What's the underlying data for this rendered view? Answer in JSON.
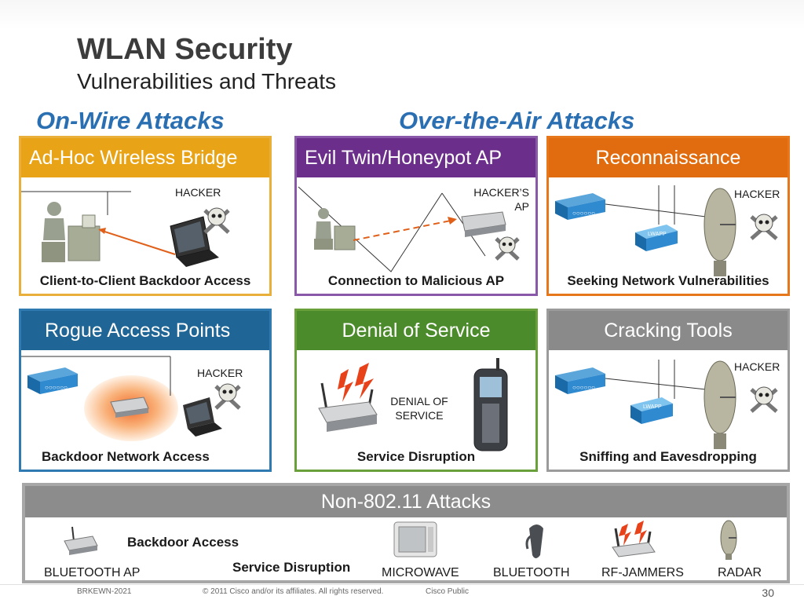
{
  "header": {
    "title": "WLAN Security",
    "subtitle": "Vulnerabilities and Threats"
  },
  "sections": {
    "on_wire": "On-Wire Attacks",
    "over_air": "Over-the-Air Attacks"
  },
  "panels": {
    "adhoc": {
      "title": "Ad-Hoc Wireless Bridge",
      "label": "HACKER",
      "caption": "Client-to-Client Backdoor Access"
    },
    "eviltwin": {
      "title": "Evil Twin/Honeypot AP",
      "label_line1": "HACKER’S",
      "label_line2": "AP",
      "caption": "Connection to Malicious AP"
    },
    "recon": {
      "title": "Reconnaissance",
      "label": "HACKER",
      "caption": "Seeking Network Vulnerabilities",
      "device_tag": "LWAPP"
    },
    "rogue": {
      "title": "Rogue Access Points",
      "label": "HACKER",
      "caption": "Backdoor Network Access"
    },
    "dos": {
      "title": "Denial of Service",
      "label_line1": "DENIAL OF",
      "label_line2": "SERVICE",
      "caption": "Service Disruption"
    },
    "cracking": {
      "title": "Cracking Tools",
      "label": "HACKER",
      "caption": "Sniffing and Eavesdropping",
      "device_tag": "LWAPP"
    }
  },
  "non80211": {
    "title": "Non-802.11 Attacks",
    "backdoor": "Backdoor Access",
    "service": "Service Disruption",
    "devices": [
      "BLUETOOTH AP",
      "MICROWAVE",
      "BLUETOOTH",
      "RF-JAMMERS",
      "RADAR"
    ]
  },
  "footer": {
    "code": "BRKEWN-2021",
    "copyright": "© 2011 Cisco and/or its affiliates. All rights reserved.",
    "classification": "Cisco Public",
    "page": "30"
  },
  "colors": {
    "section_blue": "#2b6fb3",
    "orange": "#e8a317",
    "purple": "#6b2e8a",
    "red_orange": "#e06c0f",
    "blue": "#1f6595",
    "green": "#4c8b2b",
    "gray": "#8a8a8a",
    "attack_arrow": "#e0601a"
  }
}
